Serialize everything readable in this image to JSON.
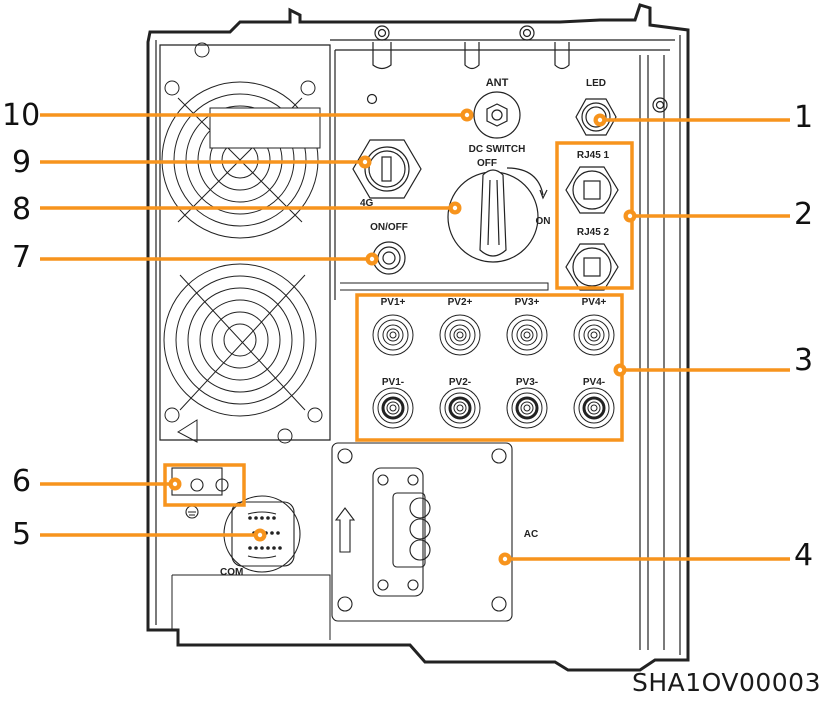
{
  "figure": {
    "title": "Inverter bottom panel ports",
    "code": "SHA1OV00003",
    "accent_color": "#F7941D"
  },
  "panel_labels": {
    "ant": "ANT",
    "led": "LED",
    "dc_switch": "DC SWITCH",
    "off": "OFF",
    "on": "ON",
    "g4": "4G",
    "on_off": "ON/OFF",
    "rj45_1": "RJ45 1",
    "rj45_2": "RJ45 2",
    "pv_pos": [
      "PV1+",
      "PV2+",
      "PV3+",
      "PV4+"
    ],
    "pv_neg": [
      "PV1-",
      "PV2-",
      "PV3-",
      "PV4-"
    ],
    "com": "COM",
    "ac": "AC"
  },
  "callouts": [
    {
      "number": "1",
      "target": "LED port"
    },
    {
      "number": "2",
      "target": "RJ45 ports"
    },
    {
      "number": "3",
      "target": "PV terminals"
    },
    {
      "number": "4",
      "target": "AC output"
    },
    {
      "number": "5",
      "target": "COM port"
    },
    {
      "number": "6",
      "target": "Ground point"
    },
    {
      "number": "7",
      "target": "ON/OFF button"
    },
    {
      "number": "8",
      "target": "DC switch"
    },
    {
      "number": "9",
      "target": "4G port"
    },
    {
      "number": "10",
      "target": "ANT port"
    }
  ]
}
